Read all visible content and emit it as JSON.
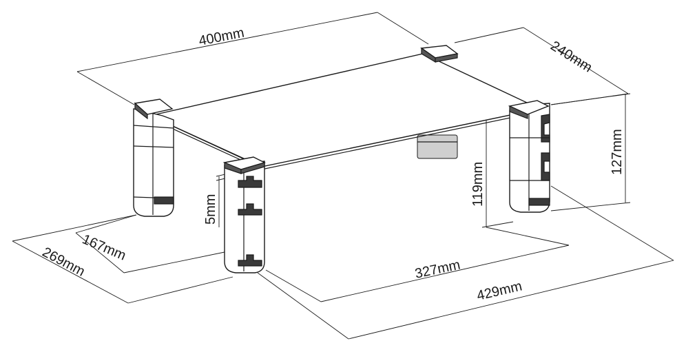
{
  "dimensions": {
    "top_width": "400mm",
    "top_depth": "240mm",
    "total_height": "127mm",
    "clearance_height": "119mm",
    "glass_thickness": "5mm",
    "inner_leg_depth": "167mm",
    "outer_leg_depth": "269mm",
    "inner_leg_span": "327mm",
    "outer_leg_span": "429mm"
  }
}
